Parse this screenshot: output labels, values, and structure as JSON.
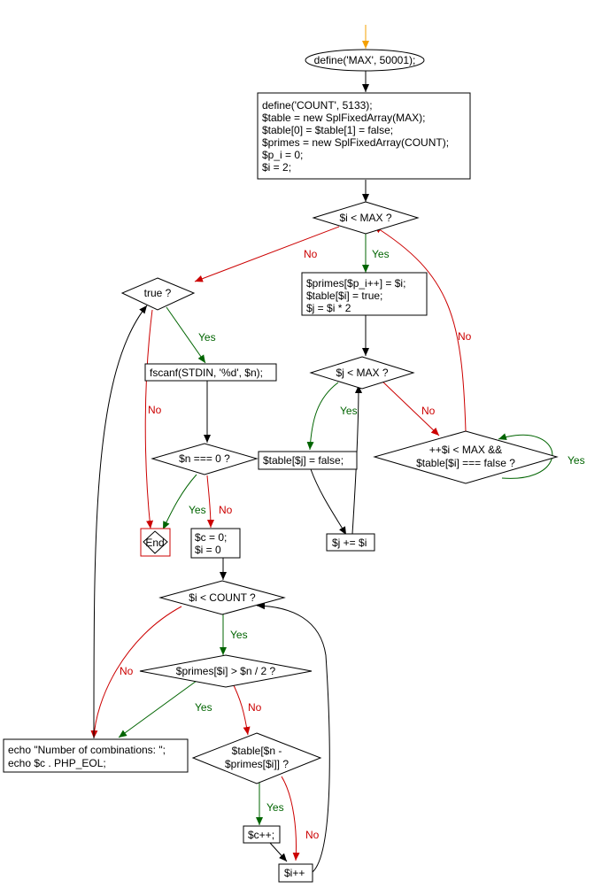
{
  "nodes": {
    "define_max": "define('MAX', 50001);",
    "init_block": [
      "define('COUNT', 5133);",
      "$table = new SplFixedArray(MAX);",
      "$table[0] = $table[1] = false;",
      "$primes = new SplFixedArray(COUNT);",
      "$p_i = 0;",
      "$i = 2;"
    ],
    "cond_i_max": "$i < MAX ?",
    "true_cond": "true ?",
    "primes_block": [
      "$primes[$p_i++] = $i;",
      "$table[$i] = true;",
      "$j = $i * 2"
    ],
    "cond_j_max": "$j < MAX ?",
    "fscanf": "fscanf(STDIN, '%d', $n);",
    "table_j_false": "$table[$j] = false;",
    "cond_next_i": [
      "++$i < MAX &&",
      "$table[$i] === false ?"
    ],
    "cond_n_zero": "$n === 0 ?",
    "end": "End",
    "init_c": [
      "$c = 0;",
      "$i = 0"
    ],
    "j_incr": "$j += $i",
    "cond_i_count": "$i < COUNT ?",
    "cond_primes_half": "$primes[$i] > $n / 2 ?",
    "echo_block": [
      "echo \"Number of combinations: \";",
      "echo $c . PHP_EOL;"
    ],
    "cond_table_diff": [
      "$table[$n -",
      "$primes[$i]] ?"
    ],
    "c_incr": "$c++;",
    "i_incr": "$i++"
  },
  "edge_labels": {
    "yes": "Yes",
    "no": "No"
  },
  "colors": {
    "start_arrow": "#f4a000",
    "yes": "#006400",
    "no": "#cc0000",
    "default": "#000000"
  }
}
